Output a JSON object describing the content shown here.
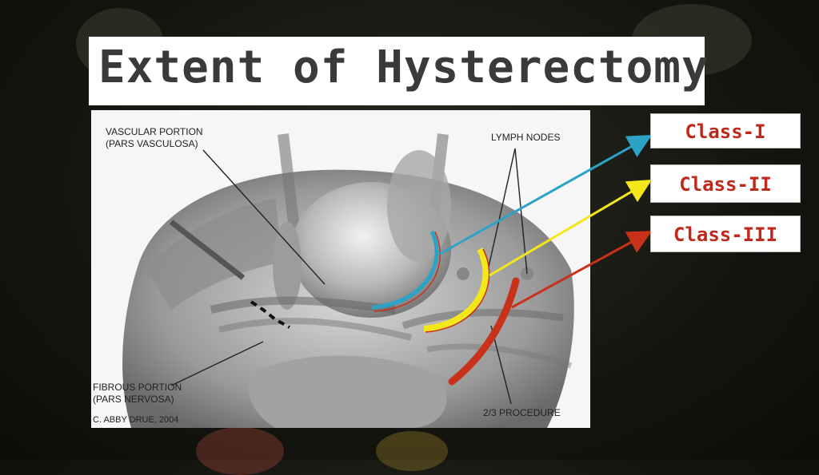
{
  "slide": {
    "title": "Extent of Hysterectomy"
  },
  "figure": {
    "labels": {
      "vascular_portion": "VASCULAR PORTION\n(PARS VASCULOSA)",
      "lymph_nodes": "LYMPH NODES",
      "fibrous_portion": "FIBROUS PORTION\n(PARS NERVOSA)",
      "credit": "C. ABBY DRUE, 2004",
      "procedure": "2/3 PROCEDURE"
    }
  },
  "classes": [
    {
      "label": "Class-I",
      "color": "#2aa3c7"
    },
    {
      "label": "Class-II",
      "color": "#f5e61a"
    },
    {
      "label": "Class-III",
      "color": "#c8321a"
    }
  ],
  "colors": {
    "title_text": "#3a3a3a",
    "class_text": "#c0281c"
  }
}
